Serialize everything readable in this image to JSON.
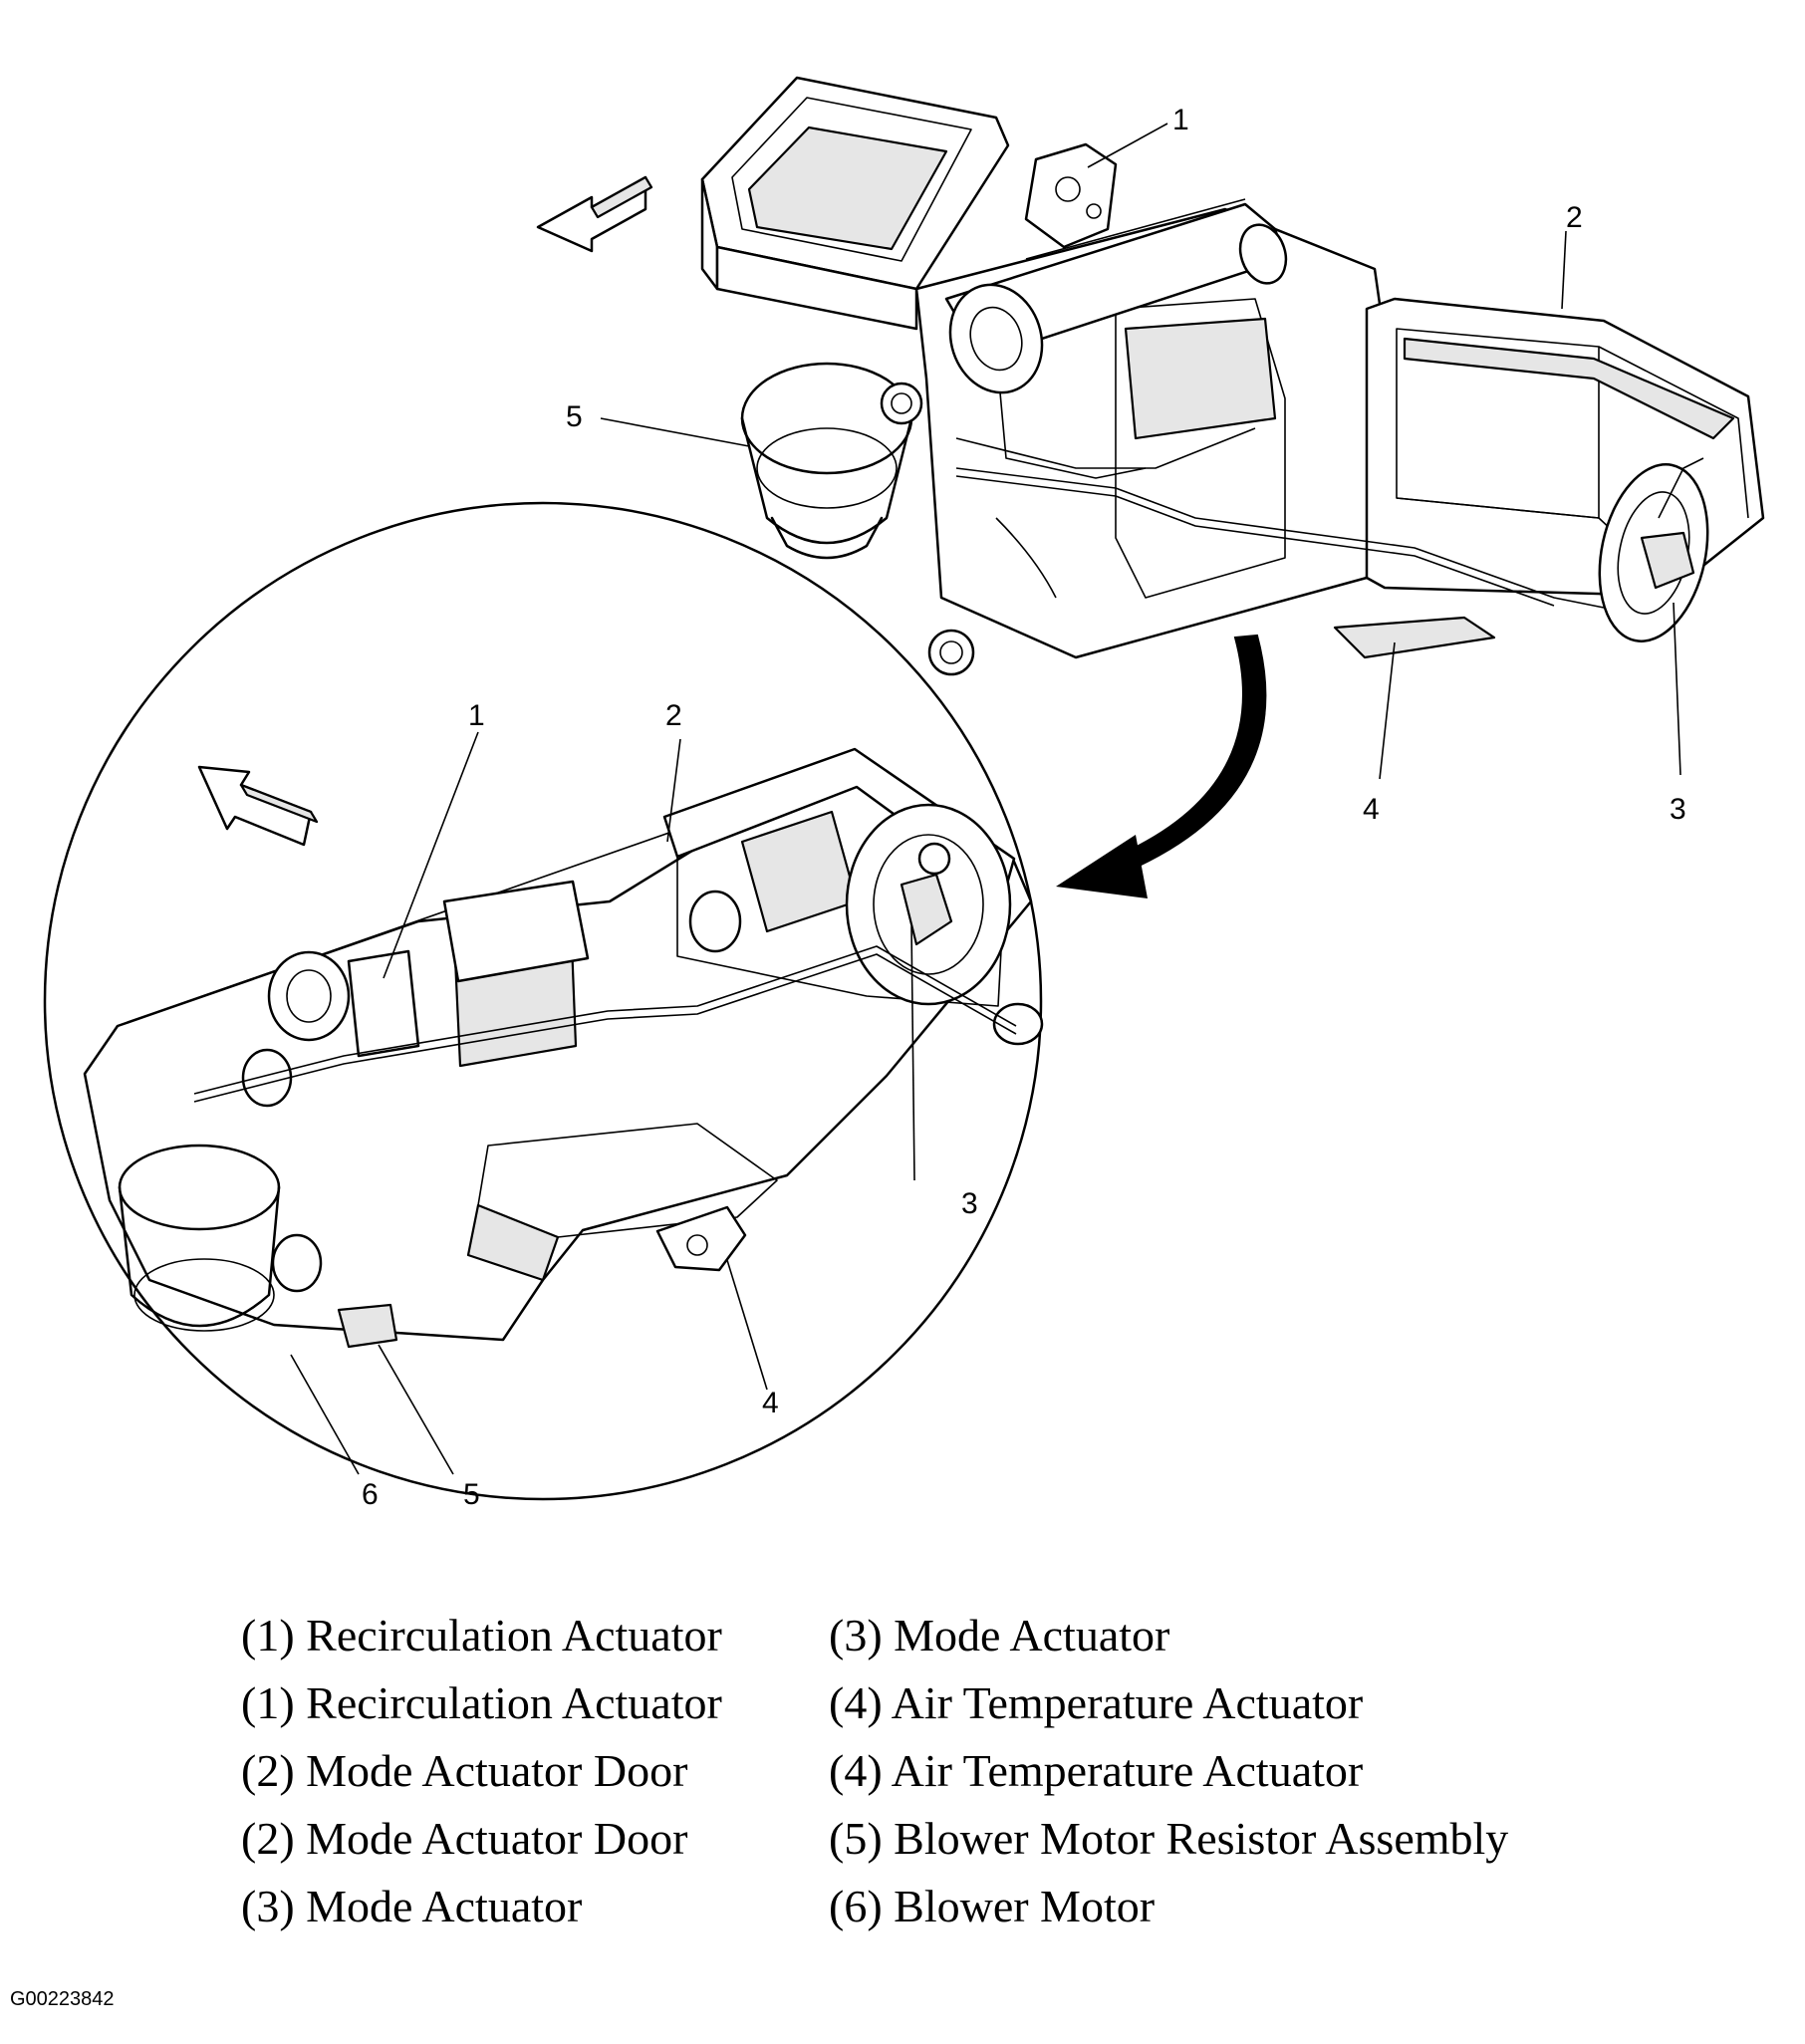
{
  "callouts": {
    "top": [
      "1",
      "2",
      "3",
      "4",
      "5"
    ],
    "detail": [
      "1",
      "2",
      "3",
      "4",
      "5",
      "6"
    ]
  },
  "legend": {
    "left": [
      "(1) Recirculation Actuator",
      "(1) Recirculation Actuator",
      "(2) Mode Actuator Door",
      "(2) Mode Actuator Door",
      "(3) Mode Actuator"
    ],
    "right": [
      "(3) Mode Actuator",
      "(4) Air Temperature Actuator",
      "(4) Air Temperature Actuator",
      "(5) Blower Motor Resistor Assembly",
      "(6) Blower Motor"
    ]
  },
  "figure_id": "G00223842"
}
